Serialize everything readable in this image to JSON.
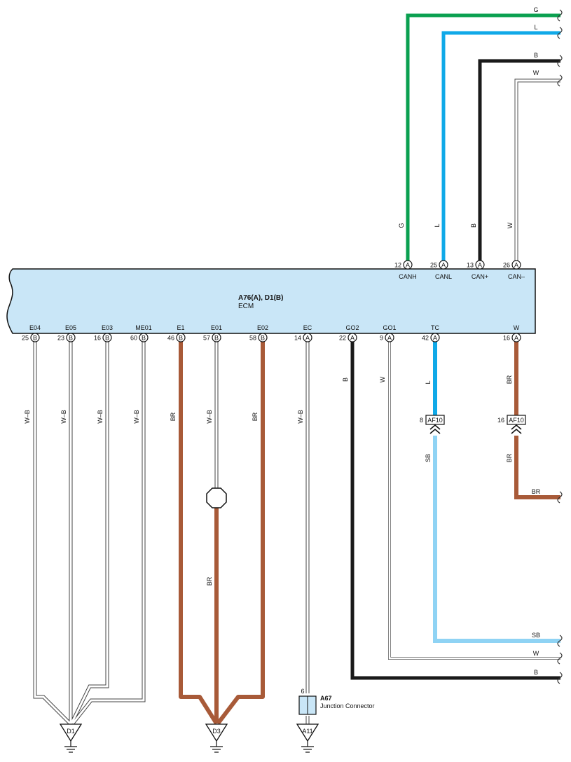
{
  "ecm": {
    "connector_label": "A76(A), D1(B)",
    "name": "ECM",
    "fill_color": "#c9e6f7"
  },
  "colors": {
    "G": "#0aa050",
    "L": "#10a9e8",
    "B": "#1a1a1a",
    "BR": "#a85a38",
    "SB": "#8fd3f4",
    "W": "#ffffff",
    "W-B": "#ffffff"
  },
  "top_pins": [
    {
      "pin": "12",
      "connector": "A",
      "terminal": "CANH",
      "wire": "G",
      "right_label": "G"
    },
    {
      "pin": "25",
      "connector": "A",
      "terminal": "CANL",
      "wire": "L",
      "right_label": "L"
    },
    {
      "pin": "13",
      "connector": "A",
      "terminal": "CAN+",
      "wire": "B",
      "right_label": "B"
    },
    {
      "pin": "26",
      "connector": "A",
      "terminal": "CAN–",
      "wire": "W",
      "right_label": "W"
    }
  ],
  "bottom_pins": [
    {
      "pin": "25",
      "connector": "B",
      "terminal": "E04",
      "wire": "W–B"
    },
    {
      "pin": "23",
      "connector": "B",
      "terminal": "E05",
      "wire": "W–B"
    },
    {
      "pin": "16",
      "connector": "B",
      "terminal": "E03",
      "wire": "W–B"
    },
    {
      "pin": "60",
      "connector": "B",
      "terminal": "ME01",
      "wire": "W–B"
    },
    {
      "pin": "46",
      "connector": "B",
      "terminal": "E1",
      "wire": "BR"
    },
    {
      "pin": "57",
      "connector": "B",
      "terminal": "E01",
      "wire": "W–B"
    },
    {
      "pin": "58",
      "connector": "B",
      "terminal": "E02",
      "wire": "BR"
    },
    {
      "pin": "14",
      "connector": "A",
      "terminal": "EC",
      "wire": "W–B"
    },
    {
      "pin": "22",
      "connector": "A",
      "terminal": "GO2",
      "wire": "B"
    },
    {
      "pin": "9",
      "connector": "A",
      "terminal": "GO1",
      "wire": "W"
    },
    {
      "pin": "42",
      "connector": "A",
      "terminal": "TC",
      "wire": "L"
    },
    {
      "pin": "16",
      "connector": "A",
      "terminal": "W",
      "wire": "BR"
    }
  ],
  "splice_connectors": [
    {
      "pin": "8",
      "name": "AF10",
      "upper_wire": "L",
      "lower_wire": "SB"
    },
    {
      "pin": "16",
      "name": "AF10",
      "upper_wire": "BR",
      "lower_wire": "BR"
    }
  ],
  "e01_lower_wire": "BR",
  "right_exit_labels": {
    "w_branch": "BR",
    "tc": "SB",
    "go1": "W",
    "go2": "B"
  },
  "junction_connector": {
    "pin": "6",
    "id": "A67",
    "name": "Junction Connector"
  },
  "grounds": [
    {
      "id": "D1"
    },
    {
      "id": "D3"
    },
    {
      "id": "A11"
    }
  ]
}
